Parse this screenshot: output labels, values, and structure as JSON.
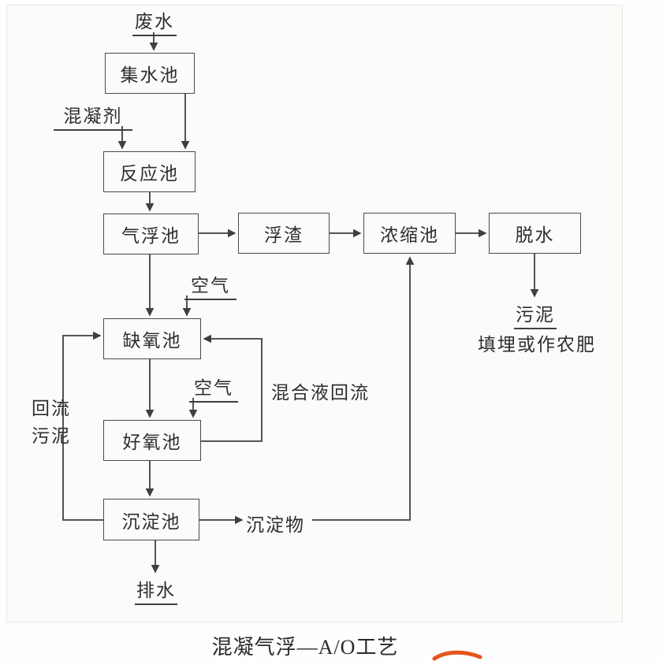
{
  "title": "混凝气浮—A/O工艺",
  "nodes": {
    "collection_tank": "集水池",
    "reaction_tank": "反应池",
    "flotation_tank": "气浮池",
    "scum": "浮渣",
    "thickening_tank": "浓缩池",
    "dewatering": "脱水",
    "anoxic_tank": "缺氧池",
    "aerobic_tank": "好氧池",
    "sedimentation_tank": "沉淀池"
  },
  "labels": {
    "wastewater": "废水",
    "coagulant": "混凝剂",
    "air_to_anoxic": "空气",
    "air_to_aerobic": "空气",
    "mixed_liquor_return": "混合液回流",
    "sludge": "污泥",
    "sludge_disposal": "填埋或作农肥",
    "sediment": "沉淀物",
    "return_sludge_line1": "回流",
    "return_sludge_line2": "污泥",
    "drainage": "排水"
  },
  "colors": {
    "line": "#3f3f3f",
    "box_border": "#4a4a4a",
    "text": "#2e2e2e",
    "watermark": "#e4561d"
  }
}
